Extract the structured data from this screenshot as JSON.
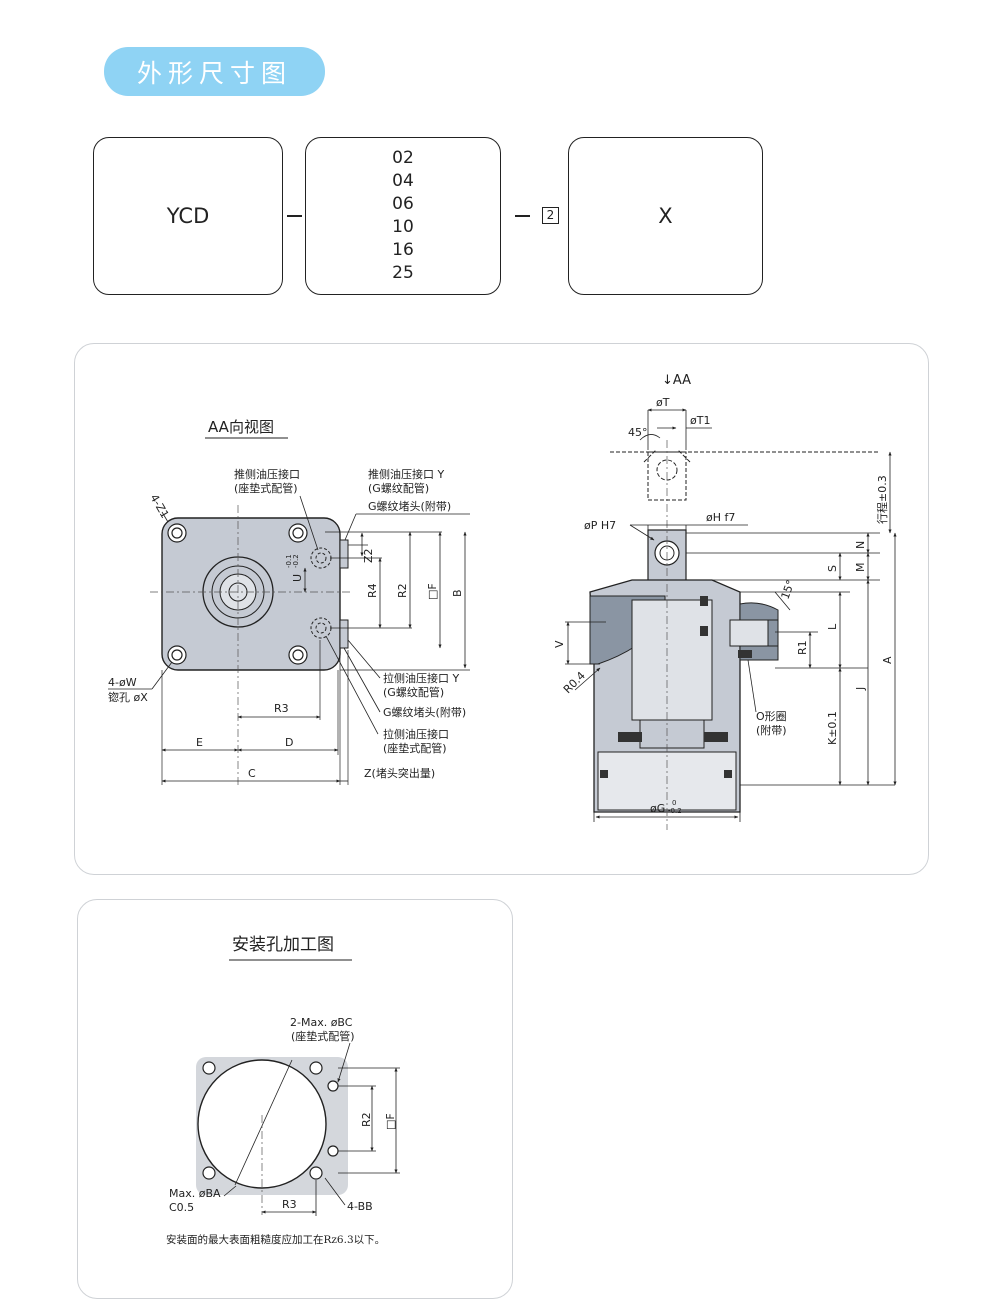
{
  "header": {
    "title": "外形尺寸图"
  },
  "model": {
    "prefix": "YCD",
    "sep1": "–",
    "sizes": [
      "02",
      "04",
      "06",
      "10",
      "16",
      "25"
    ],
    "sep2": "–",
    "option_num": "2",
    "suffix": "X"
  },
  "aa_view": {
    "title": "AA向视图",
    "corner": "4-Z1",
    "push_port": [
      "推侧油压接口",
      "(座垫式配管)"
    ],
    "push_port_y": [
      "推侧油压接口 Y",
      "(G螺纹配管)"
    ],
    "plug_top": "G螺纹堵头(附带)",
    "pull_port_y": [
      "拉侧油压接口 Y",
      "(G螺纹配管)"
    ],
    "plug_bottom": "G螺纹堵头(附带)",
    "pull_port": [
      "拉侧油压接口",
      "(座垫式配管)"
    ],
    "hole": [
      "4-øW",
      "锪孔 øX"
    ],
    "dims": {
      "z2": "Z2",
      "u": "U",
      "u_tol_top": "-0.1",
      "u_tol_bot": "-0.2",
      "r4": "R4",
      "r2": "R2",
      "f": "□F",
      "b": "B",
      "r3": "R3",
      "e": "E",
      "d": "D",
      "c": "C",
      "z": "Z(堵头突出量)"
    }
  },
  "side_view": {
    "arrow": "↓AA",
    "t": "øT",
    "angle": "45°",
    "t1": "øT1",
    "p": "øP H7",
    "h": "øH f7",
    "stroke": "行程±0.3",
    "n": "N",
    "s": "S",
    "m": "M",
    "angle15": "15°",
    "v": "V",
    "l": "L",
    "r1": "R1",
    "r04": "R0.4",
    "a": "A",
    "j": "J",
    "k": "K±0.1",
    "oring": [
      "O形圈",
      "(附带)"
    ],
    "g": "øG",
    "g_tol_top": "0",
    "g_tol_bot": "-0.2"
  },
  "mount": {
    "title": "安装孔加工图",
    "bc": [
      "2-Max. øBC",
      "(座垫式配管)"
    ],
    "r2": "R2",
    "f": "□F",
    "ba": [
      "Max. øBA",
      "C0.5"
    ],
    "r3": "R3",
    "bb": "4-BB",
    "note": "安装面的最大表面粗糙度应加工在Rz6.3以下。"
  },
  "colors": {
    "pill": "#8fd3f4",
    "body_fill": "#c5cad3",
    "dark_fill": "#8a95a3"
  }
}
